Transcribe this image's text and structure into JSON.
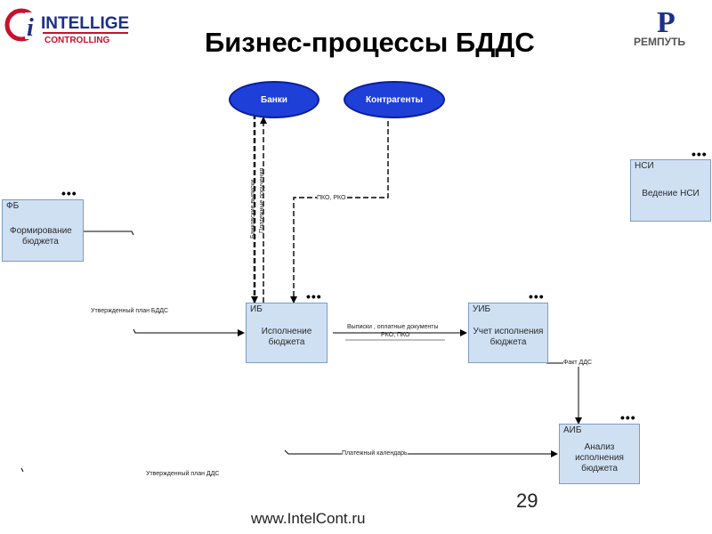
{
  "slide": {
    "title": "Бизнес-процессы БДДС",
    "page_number": "29",
    "footer_url": "www.IntelCont.ru"
  },
  "logos": {
    "left": {
      "letter": "Ci",
      "line1": "INTELLIGENT",
      "line2": "CONTROLLING"
    },
    "right": {
      "letter": "P",
      "text": "РЕМПУТЬ"
    }
  },
  "ovals": {
    "banks": "Банки",
    "counterparties": "Контрагенты"
  },
  "boxes": {
    "fb": {
      "code": "ФБ",
      "label_line1": "Формирование",
      "label_line2": "бюджета"
    },
    "nsi": {
      "code": "НСИ",
      "label_line1": "Ведение НСИ"
    },
    "ib": {
      "code": "ИБ",
      "label_line1": "Исполнение",
      "label_line2": "бюджета"
    },
    "uib": {
      "code": "УИБ",
      "label_line1": "Учет исполнения",
      "label_line2": "бюджета"
    },
    "aib": {
      "code": "АИБ",
      "label_line1": "Анализ",
      "label_line2": "исполнения",
      "label_line3": "бюджета"
    }
  },
  "flows": {
    "bank_statements": "Банковские выписки",
    "payment_orders": "Платежные поручения",
    "pko_rko": "ПКО, РКО",
    "approved_bdds": "Утвержденный план БДДС",
    "statements_docs_line1": "Выписки , оплатные документы",
    "statements_docs_line2": "РКО, ПКО",
    "fact_dds": "Факт ДДС",
    "payment_calendar": "Платежный календарь",
    "approved_dds": "Утвержденный план ДДС"
  },
  "colors": {
    "box_fill": "#cfe0f3",
    "oval_fill": "#1f3fd9",
    "logo_red": "#c8102e",
    "logo_blue": "#1a2f8a"
  }
}
